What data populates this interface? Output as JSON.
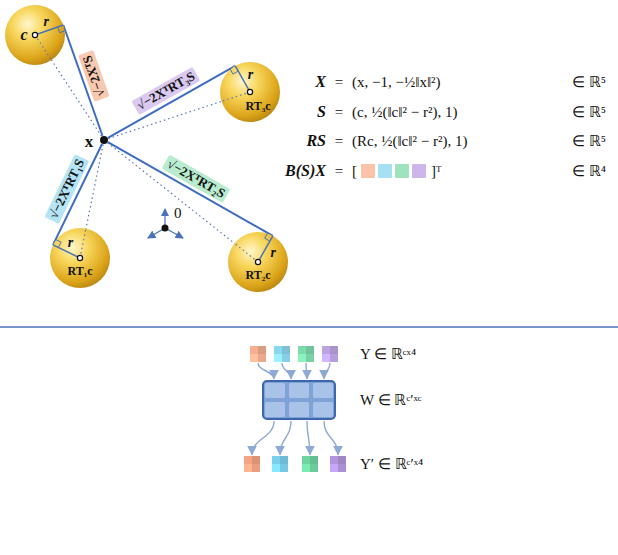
{
  "diagram": {
    "nodes": [
      {
        "text": [
          "x"
        ]
      },
      {
        "text": [
          "c",
          "r"
        ]
      },
      {
        "text": [
          "RT₃c",
          "r"
        ]
      },
      {
        "text": [
          "RT₂c",
          "r"
        ]
      },
      {
        "text": [
          "RT₁c",
          "r"
        ]
      },
      {
        "text": [
          "Y ∈ ℝᶜˣ⁴"
        ]
      },
      {
        "text": [
          "W ∈ ℝᶜ′ˣᶜ"
        ]
      },
      {
        "text": [
          "Y′ ∈ ℝᶜ′ˣ⁴"
        ]
      }
    ],
    "edges": [
      {
        "from": 0,
        "to": 1,
        "arrow": "none",
        "label": "√−2XᵀS"
      },
      {
        "from": 0,
        "to": 2,
        "arrow": "none",
        "label": "√−2XᵀRT₃S"
      },
      {
        "from": 0,
        "to": 3,
        "arrow": "none",
        "label": "√−2XᵀRT₂S"
      },
      {
        "from": 0,
        "to": 4,
        "arrow": "none",
        "label": "√−2XᵀRT₁S"
      },
      {
        "from": 5,
        "to": 6,
        "arrow": "to"
      },
      {
        "from": 6,
        "to": 7,
        "arrow": "to"
      }
    ],
    "labels": [
      "0",
      "X",
      "=",
      "(x, −1, −½‖x‖²)",
      "∈ ℝ⁵",
      "S",
      "=",
      "(c, ½(‖c‖² − r²), 1)",
      "∈ ℝ⁵",
      "RS",
      "=",
      "(Rc, ½(‖c‖² − r²), 1)",
      "∈ ℝ⁵",
      "B(S)X",
      "=",
      "[",
      "]ᵀ",
      "∈ ℝ⁴"
    ]
  }
}
